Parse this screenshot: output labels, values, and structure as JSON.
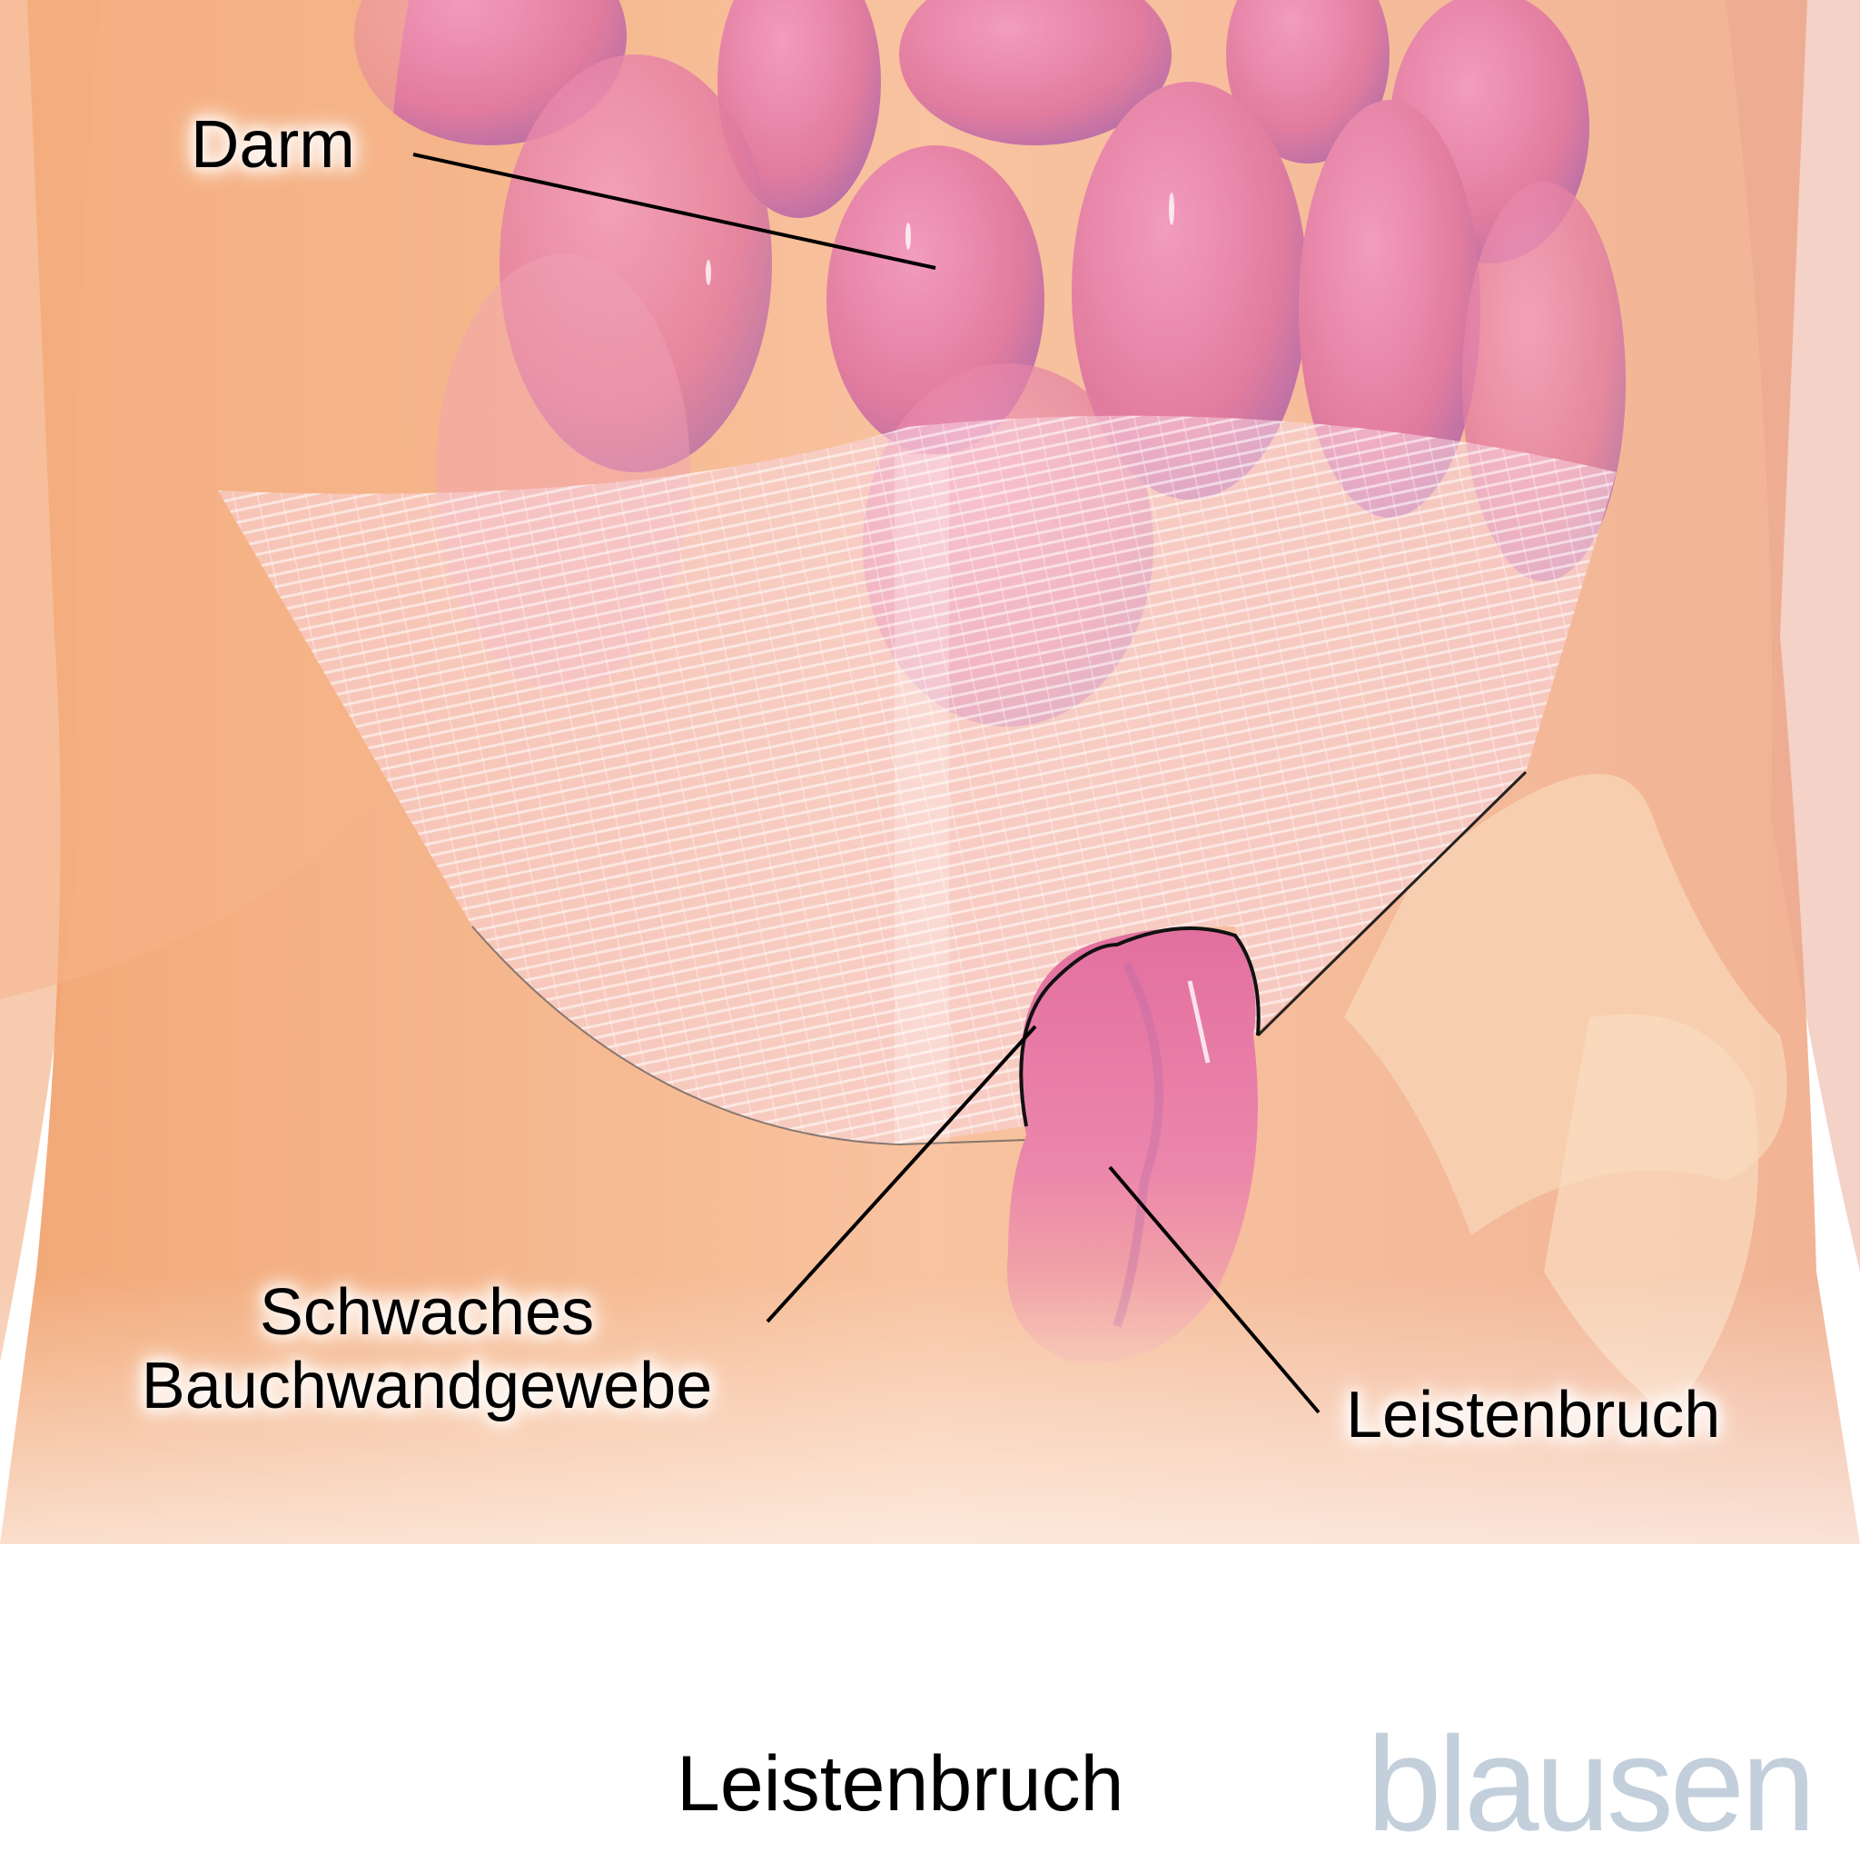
{
  "figure": {
    "title": "Leistenbruch",
    "logo": "blausen",
    "colors": {
      "skin": "#f4b08a",
      "skin_light": "#fbd3b6",
      "intestine": "#e77fa6",
      "intestine_shadow": "#a96fb0",
      "mesh": "#ffffff",
      "logo": "#c3cfdb",
      "line": "#000000"
    }
  },
  "labels": {
    "darm": "Darm",
    "weak_tissue_line1": "Schwaches",
    "weak_tissue_line2": "Bauchwandgewebe",
    "hernia": "Leistenbruch"
  }
}
